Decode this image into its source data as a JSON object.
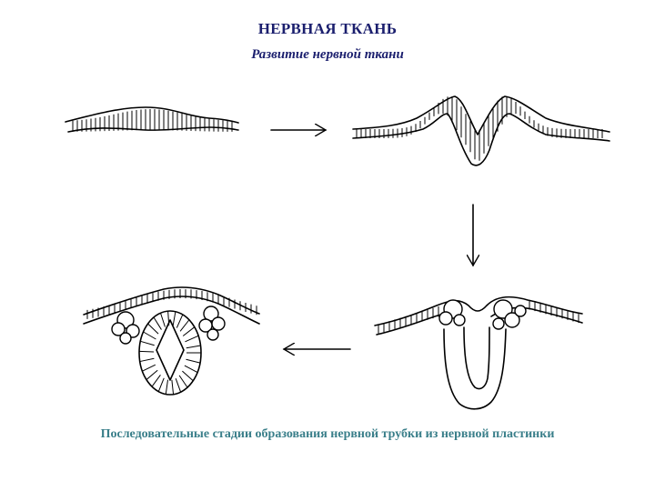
{
  "header": {
    "title": "НЕРВНАЯ ТКАНЬ",
    "subtitle": "Развитие нервной ткани"
  },
  "caption": "Последовательные стадии образования нервной трубки из нервной пластинки",
  "colors": {
    "title": "#1b1f6e",
    "caption": "#3a7f8a",
    "line": "#000000"
  },
  "stages": [
    "neural-plate",
    "neural-groove",
    "neural-folds-closing",
    "neural-tube"
  ]
}
